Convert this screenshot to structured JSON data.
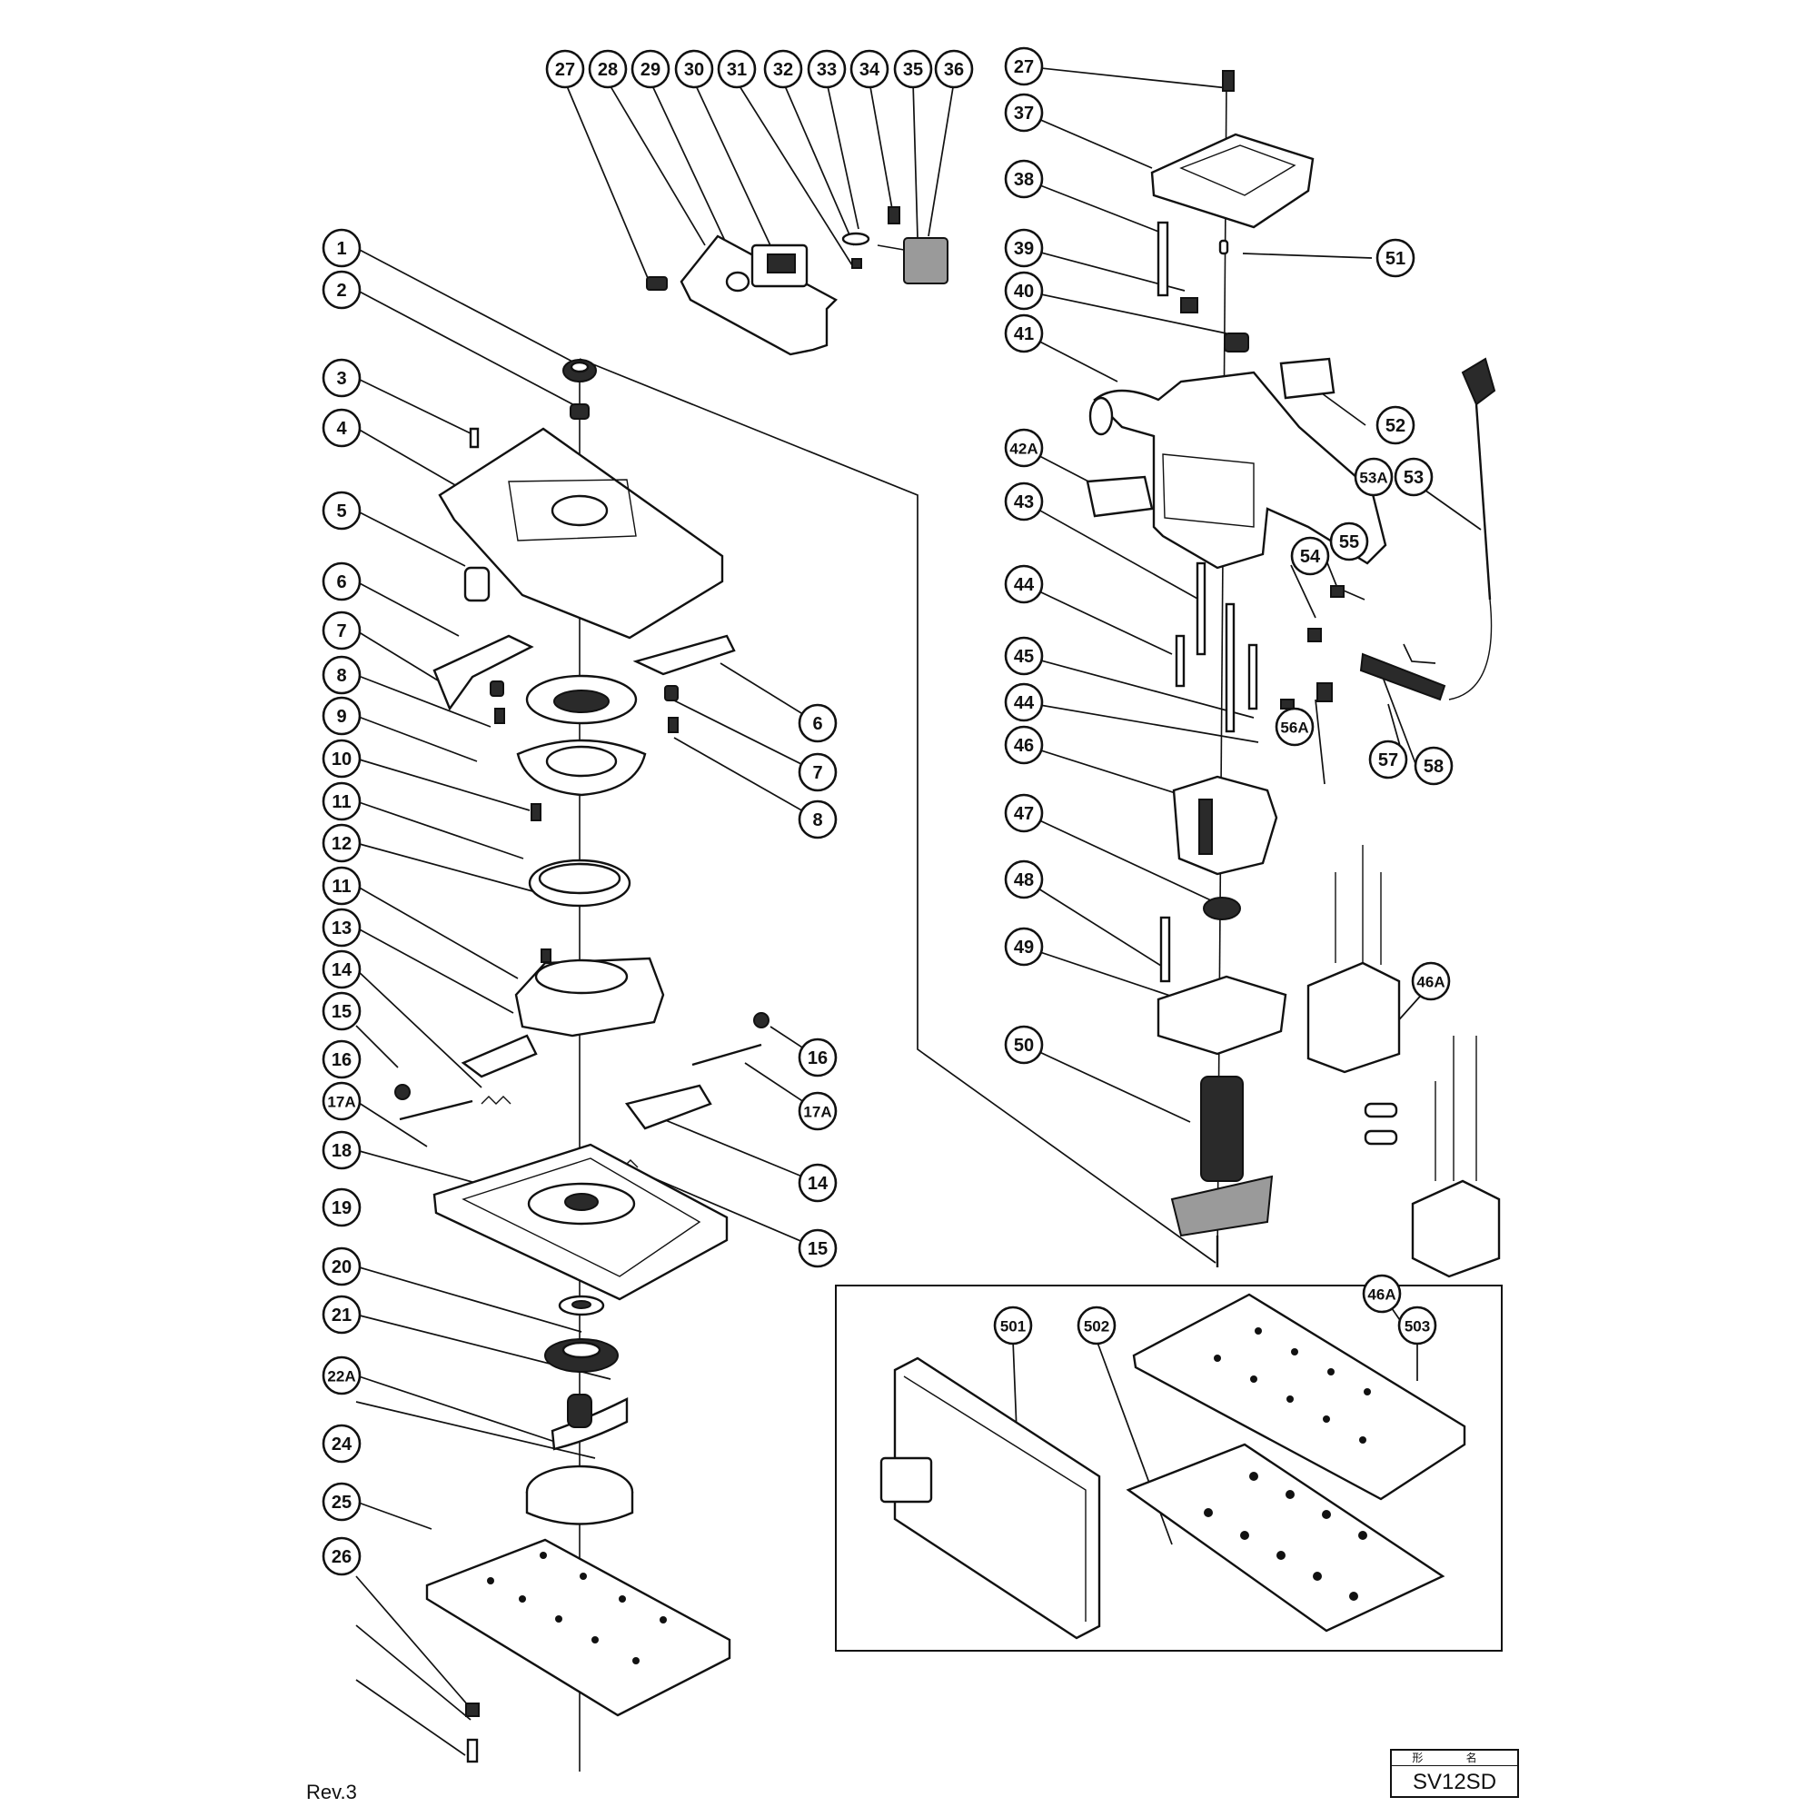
{
  "drawing": {
    "revision": "Rev.3",
    "model_header": "形 名",
    "model": "SV12SD"
  },
  "callouts": {
    "top_row": [
      "27",
      "28",
      "29",
      "30",
      "31",
      "32",
      "33",
      "34",
      "35",
      "36"
    ],
    "pad_assembly": [
      "1",
      "2",
      "3",
      "4",
      "5",
      "6",
      "7",
      "8",
      "9",
      "10",
      "11",
      "12",
      "11",
      "13",
      "14",
      "15",
      "16",
      "17A",
      "18",
      "19",
      "20",
      "21",
      "22A",
      "24",
      "25",
      "26"
    ],
    "pad_assembly_right": [
      "6",
      "7",
      "8",
      "16",
      "17A",
      "14",
      "15"
    ],
    "motor_assembly": [
      "27",
      "37",
      "38",
      "39",
      "40",
      "41",
      "42A",
      "43",
      "44",
      "45",
      "44",
      "46",
      "47",
      "48",
      "49",
      "50",
      "51",
      "52",
      "53A",
      "53",
      "54",
      "55",
      "56A",
      "57",
      "58",
      "46A",
      "46A"
    ],
    "accessories": [
      "501",
      "502",
      "503"
    ]
  }
}
